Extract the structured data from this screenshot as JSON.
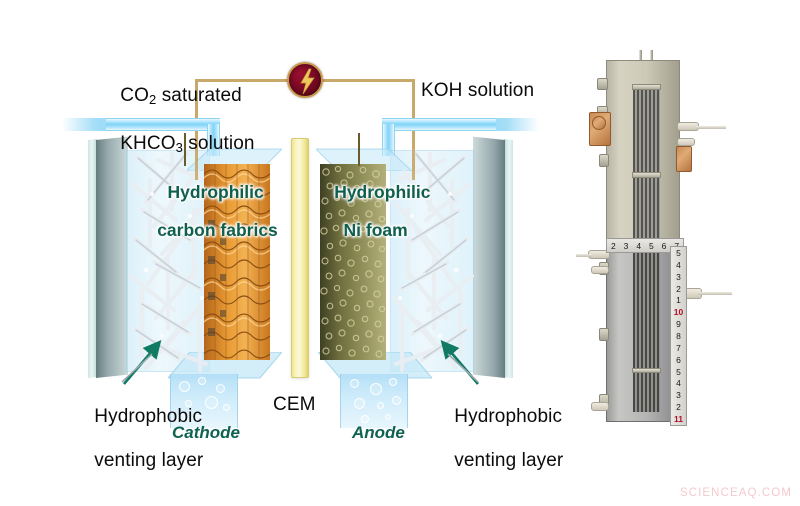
{
  "figure": {
    "type": "schematic-diagram-with-photo",
    "background_color": "#ffffff",
    "watermark": "SCIENCEAQ.COM",
    "watermark_color": "#f4c9cf"
  },
  "palette": {
    "label_black": "#0b0b0b",
    "teal_label": "#0f5f4e",
    "teal_arrow": "#107a62",
    "wire_gold": "#c8a96a",
    "power_red": "#7d0a26",
    "bolt_gold": "#e8c45a",
    "tube_blue": "#7fd4f7",
    "membrane_yellow": "#f8f2bd",
    "fabric_orange": "#e08a20",
    "nifoam_olive": "#6d6b3c",
    "endplate_gray": "#8fa3a6"
  },
  "diagram": {
    "power_source": {
      "icon": "lightning-bolt-icon",
      "shape": "circle",
      "fill": "#7d0a26",
      "ring": "#c79a4a"
    },
    "labels": {
      "inlet_left_line1": "CO2 saturated",
      "inlet_left_line1_formula": [
        "CO",
        "2",
        " saturated"
      ],
      "inlet_left_line2_formula": [
        "KHCO",
        "3",
        " solution"
      ],
      "inlet_right": "KOH solution",
      "electrode_left_line1": "Hydrophilic",
      "electrode_left_line2": "carbon fabrics",
      "electrode_right_line1": "Hydrophilic",
      "electrode_right_line2": "Ni foam",
      "vent_left_line1": "Hydrophobic",
      "vent_left_line2": "venting layer",
      "vent_right_line1": "Hydrophobic",
      "vent_right_line2": "venting layer",
      "membrane": "CEM",
      "cathode": "Cathode",
      "anode": "Anode"
    },
    "components": [
      {
        "name": "end-plate-left",
        "material": "translucent gray-green plate"
      },
      {
        "name": "venting-layer-left",
        "material": "white hydrophobic fiber mat"
      },
      {
        "name": "carbon-fabric-cathode",
        "material": "orange woven carbon fabric"
      },
      {
        "name": "cation-exchange-membrane",
        "material": "yellow CEM film"
      },
      {
        "name": "ni-foam-anode",
        "material": "olive nickel foam"
      },
      {
        "name": "venting-layer-right",
        "material": "white hydrophobic fiber mat"
      },
      {
        "name": "end-plate-right",
        "material": "translucent gray-green plate"
      }
    ]
  },
  "photo": {
    "caption": "",
    "device": "assembled electrolyzer stack",
    "ruler_horizontal_ticks": [
      "2",
      "3",
      "4",
      "5",
      "6",
      "7"
    ],
    "ruler_vertical_ticks": [
      "5",
      "4",
      "3",
      "2",
      "1",
      "10",
      "9",
      "8",
      "7",
      "6",
      "5",
      "4",
      "3",
      "2",
      "11"
    ],
    "ruler_vertical_highlight": [
      "10",
      "11"
    ]
  }
}
